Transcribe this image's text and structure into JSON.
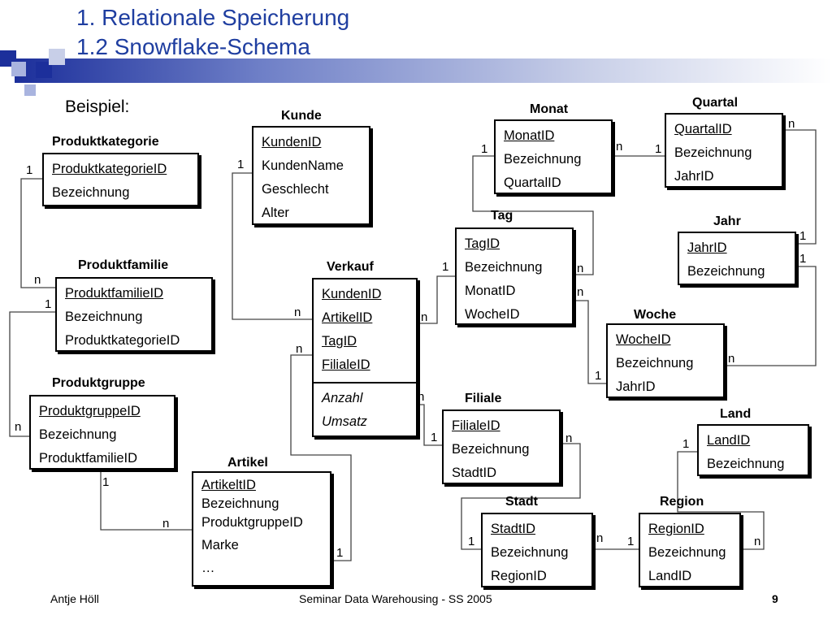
{
  "slide": {
    "title_line1": "1. Relationale Speicherung",
    "title_line2": "1.2 Snowflake-Schema",
    "subtitle": "Beispiel:",
    "accent_color": "#1f3ea0"
  },
  "entities": {
    "produktkategorie": {
      "title": "Produktkategorie",
      "attrs": [
        "ProduktkategorieID",
        "Bezeichnung"
      ]
    },
    "kunde": {
      "title": "Kunde",
      "attrs": [
        "KundenID",
        "KundenName",
        "Geschlecht",
        "Alter"
      ]
    },
    "monat": {
      "title": "Monat",
      "attrs": [
        "MonatID",
        "Bezeichnung",
        "QuartalID"
      ]
    },
    "quartal": {
      "title": "Quartal",
      "attrs": [
        "QuartalID",
        "Bezeichnung",
        "JahrID"
      ]
    },
    "tag": {
      "title": "Tag",
      "attrs": [
        "TagID",
        "Bezeichnung",
        "MonatID",
        "WocheID"
      ]
    },
    "jahr": {
      "title": "Jahr",
      "attrs": [
        "JahrID",
        "Bezeichnung"
      ]
    },
    "produktfamilie": {
      "title": "Produktfamilie",
      "attrs": [
        "ProduktfamilieID",
        "Bezeichnung",
        "ProduktkategorieID"
      ]
    },
    "verkauf": {
      "title": "Verkauf",
      "attrs": [
        "KundenID",
        "ArtikelID",
        "TagID",
        "FilialeID"
      ],
      "measures": [
        "Anzahl",
        "Umsatz"
      ]
    },
    "woche": {
      "title": "Woche",
      "attrs": [
        "WocheID",
        "Bezeichnung",
        "JahrID"
      ]
    },
    "produktgruppe": {
      "title": "Produktgruppe",
      "attrs": [
        "ProduktgruppeID",
        "Bezeichnung",
        "ProduktfamilieID"
      ]
    },
    "filiale": {
      "title": "Filiale",
      "attrs": [
        "FilialeID",
        "Bezeichnung",
        "StadtID"
      ]
    },
    "land": {
      "title": "Land",
      "attrs": [
        "LandID",
        "Bezeichnung"
      ]
    },
    "artikel": {
      "title": "Artikel",
      "attrs": [
        "ArtikeltID",
        "Bezeichnung",
        "ProduktgruppeID",
        "Marke",
        "…"
      ]
    },
    "stadt": {
      "title": "Stadt",
      "attrs": [
        "StadtID",
        "Bezeichnung",
        "RegionID"
      ]
    },
    "region": {
      "title": "Region",
      "attrs": [
        "RegionID",
        "Bezeichnung",
        "LandID"
      ]
    }
  },
  "cardinality": {
    "one": "1",
    "many": "n"
  },
  "footer": {
    "author": "Antje Höll",
    "event": "Seminar Data Warehousing  - SS 2005",
    "page": "9"
  }
}
